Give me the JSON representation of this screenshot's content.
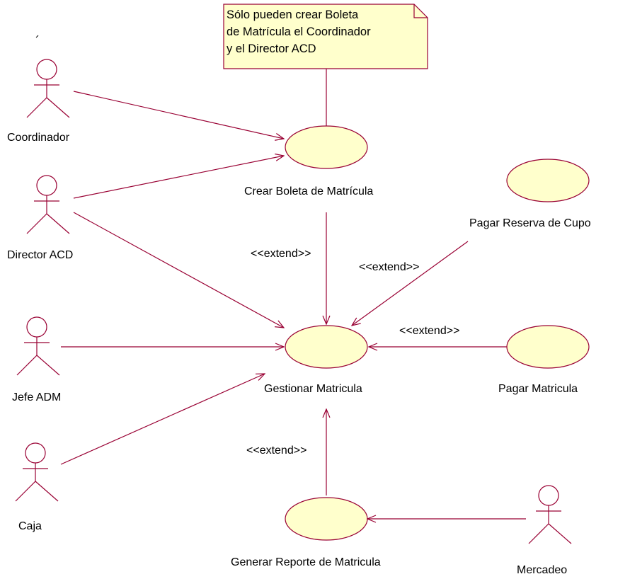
{
  "colors": {
    "line": "#990033",
    "fill": "#ffffcc",
    "text": "#000000"
  },
  "note": {
    "lines": [
      "Sólo pueden crear Boleta",
      "de Matrícula el Coordinador",
      "y el Director ACD"
    ]
  },
  "actors": {
    "coordinador": "Coordinador",
    "director": "Director ACD",
    "jefe": "Jefe ADM",
    "caja": "Caja",
    "mercadeo": "Mercadeo"
  },
  "usecases": {
    "crear": "Crear Boleta de Matrícula",
    "gestionar": "Gestionar Matricula",
    "pagar_reserva": "Pagar Reserva de Cupo",
    "pagar_matricula": "Pagar Matricula",
    "generar": "Generar Reporte de Matricula"
  },
  "relations": {
    "extend": "<<extend>>"
  }
}
